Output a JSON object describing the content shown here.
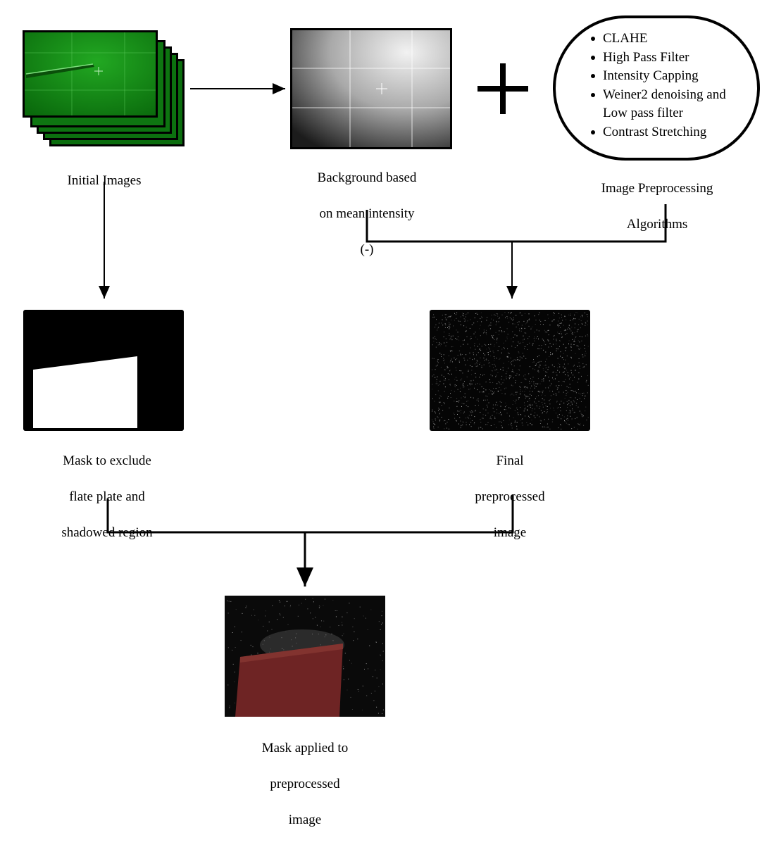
{
  "nodes": {
    "initial_images": {
      "lines": [
        "Initial Images"
      ]
    },
    "background": {
      "lines": [
        "Background based",
        "on mean intensity",
        "(-)"
      ]
    },
    "preprocessing": {
      "items": [
        "CLAHE",
        "High Pass Filter",
        "Intensity Capping",
        "Weiner2 denoising and",
        "Low pass filter",
        "Contrast Stretching"
      ],
      "lines": [
        "Image Preprocessing",
        "Algorithms"
      ]
    },
    "mask": {
      "lines": [
        "Mask to exclude",
        "flate plate and",
        "shadowed region"
      ]
    },
    "final": {
      "lines": [
        "Final",
        "preprocessed",
        "image"
      ]
    },
    "result": {
      "lines": [
        "Mask applied to",
        "preprocessed",
        "image"
      ]
    }
  },
  "operator": {
    "symbol": "+"
  },
  "colors": {
    "green": "#0f7a12",
    "red_mask": "#7a2222",
    "black": "#000000"
  }
}
